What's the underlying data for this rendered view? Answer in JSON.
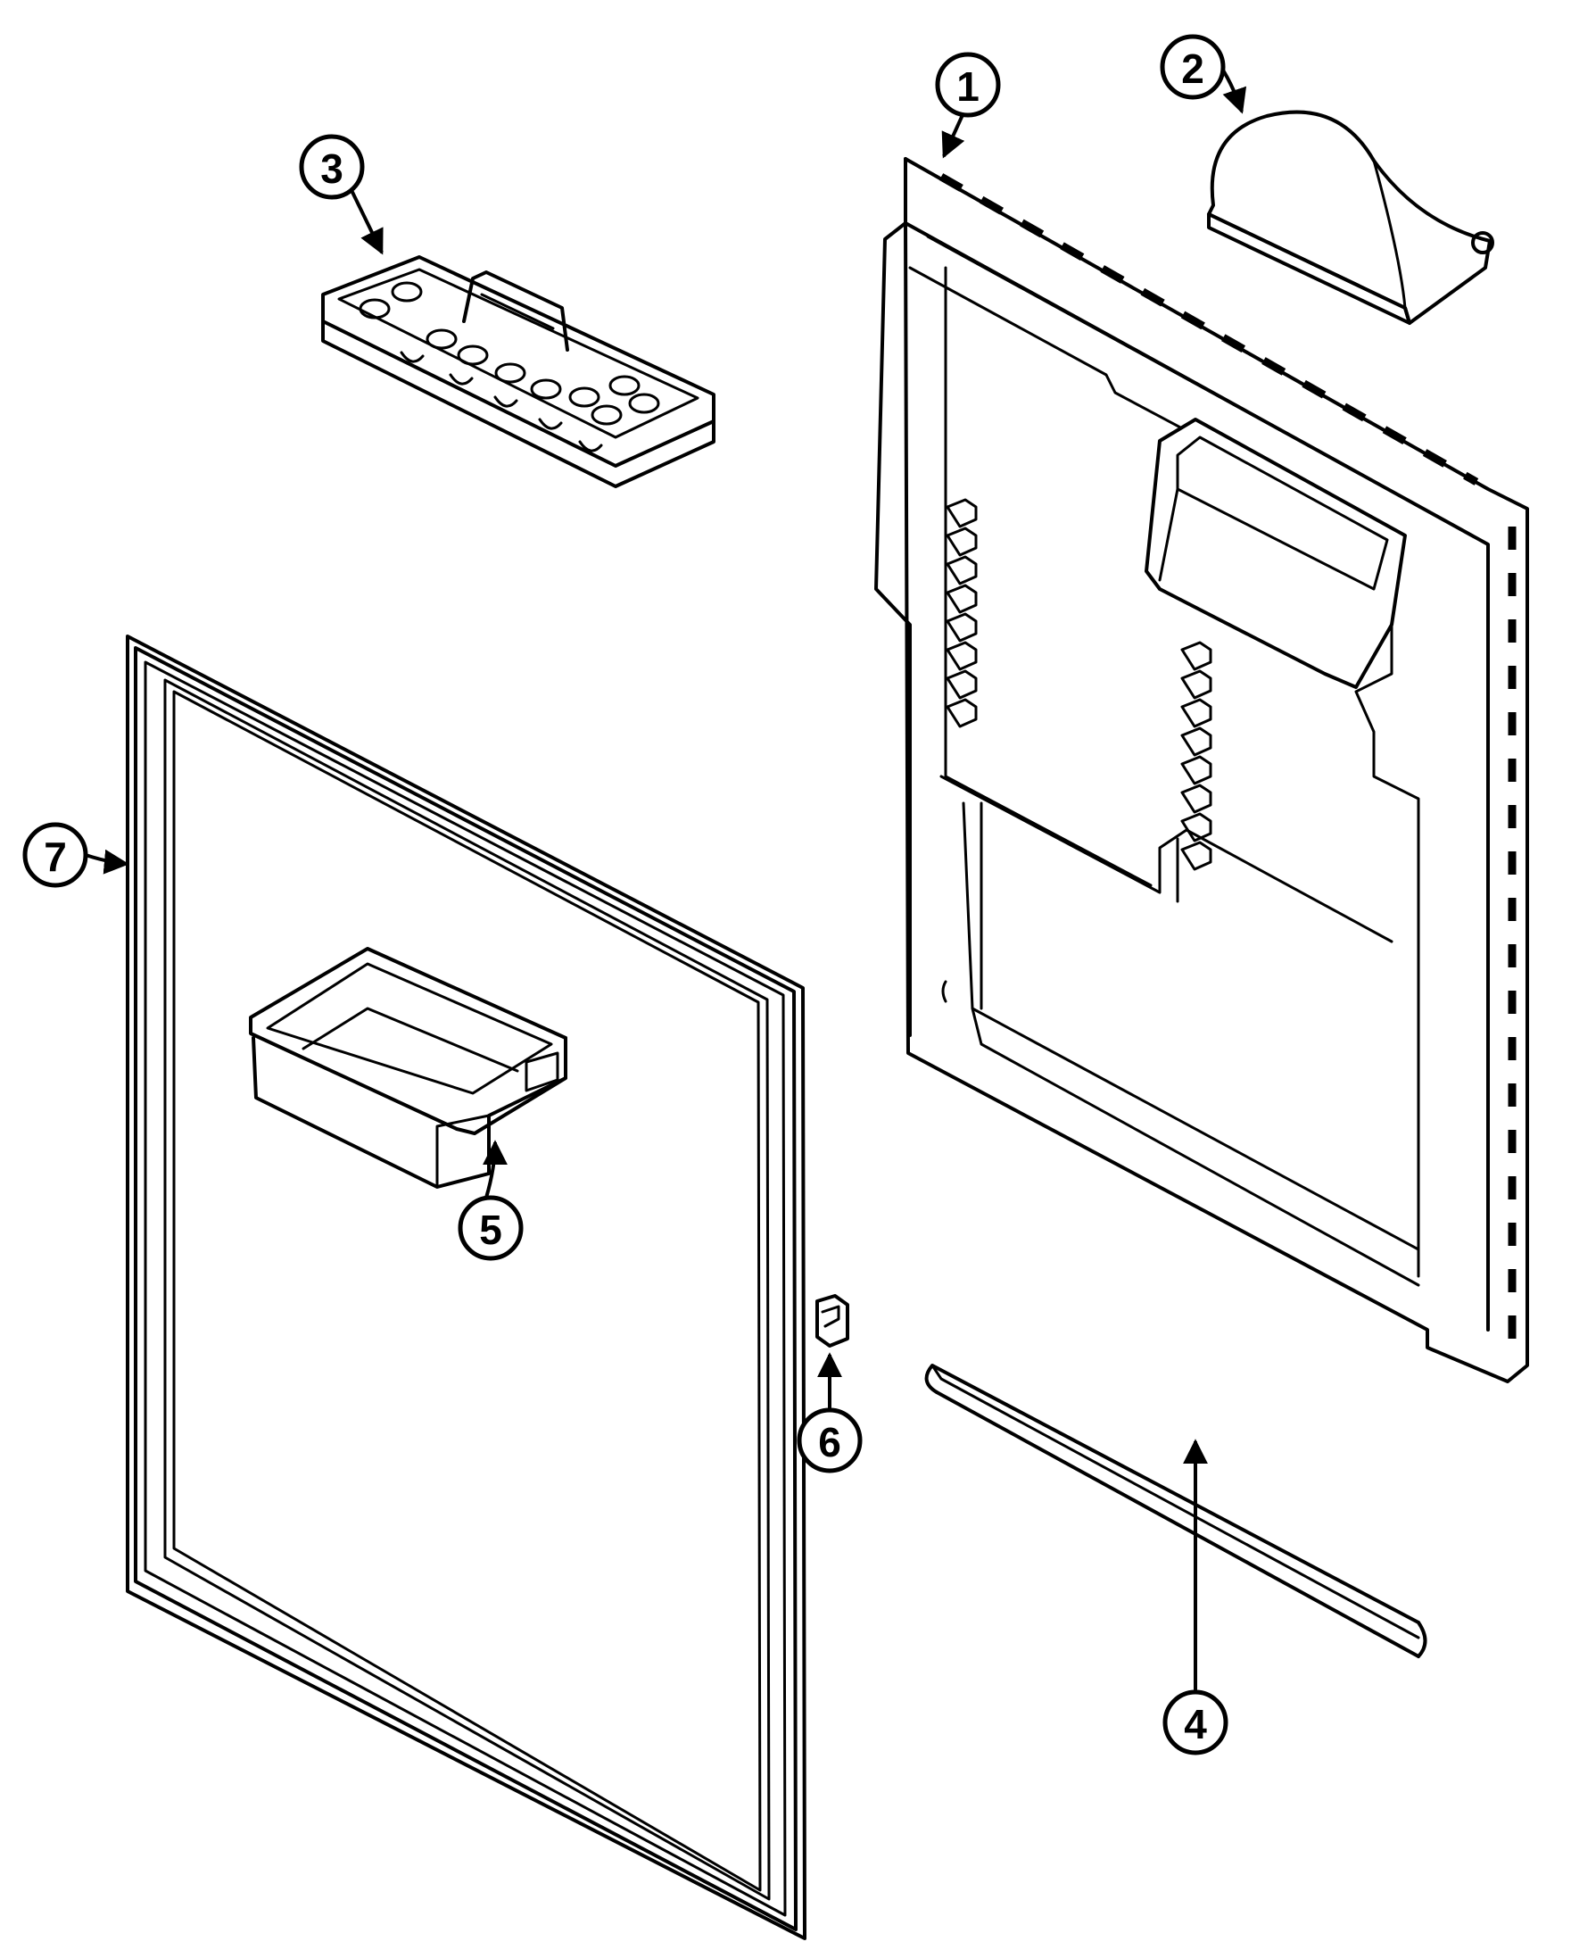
{
  "callouts": [
    {
      "id": "1",
      "label": "1"
    },
    {
      "id": "2",
      "label": "2"
    },
    {
      "id": "3",
      "label": "3"
    },
    {
      "id": "4",
      "label": "4"
    },
    {
      "id": "5",
      "label": "5"
    },
    {
      "id": "6",
      "label": "6"
    },
    {
      "id": "7",
      "label": "7"
    }
  ],
  "parts": [
    {
      "callout": "1",
      "icon": "door-liner-icon"
    },
    {
      "callout": "2",
      "icon": "dairy-door-icon"
    },
    {
      "callout": "3",
      "icon": "egg-tray-icon"
    },
    {
      "callout": "4",
      "icon": "breaker-strip-icon"
    },
    {
      "callout": "5",
      "icon": "door-shelf-bin-icon"
    },
    {
      "callout": "6",
      "icon": "shelf-clip-icon"
    },
    {
      "callout": "7",
      "icon": "door-gasket-icon"
    }
  ]
}
